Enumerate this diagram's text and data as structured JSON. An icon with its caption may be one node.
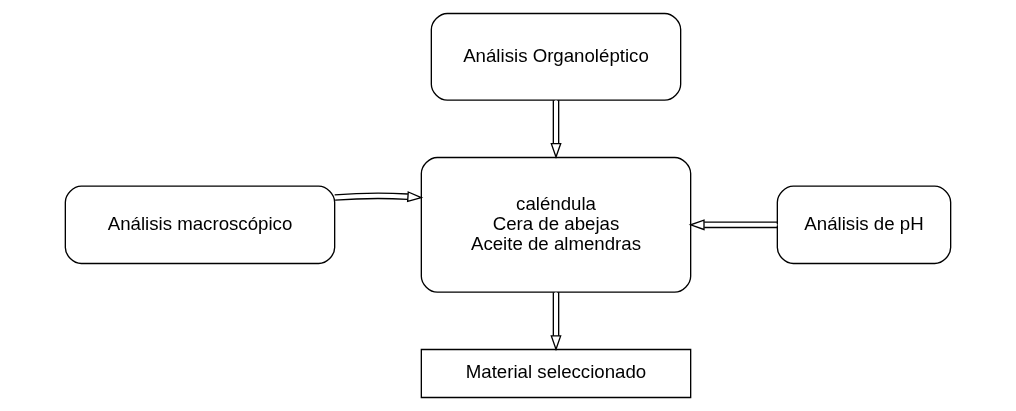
{
  "diagram": {
    "nodes": [
      {
        "text": [
          "Análisis Organoléptico"
        ]
      },
      {
        "text": [
          "caléndula",
          "Cera de abejas",
          "Aceite de almendras"
        ]
      },
      {
        "text": [
          "Análisis macroscópico"
        ]
      },
      {
        "text": [
          "Análisis de pH"
        ]
      },
      {
        "text": [
          "Material seleccionado"
        ]
      }
    ],
    "edges": [
      {
        "from": 0,
        "to": 1,
        "arrow": "to"
      },
      {
        "from": 2,
        "to": 1,
        "arrow": "to"
      },
      {
        "from": 3,
        "to": 1,
        "arrow": "to"
      },
      {
        "from": 1,
        "to": 4,
        "arrow": "to"
      }
    ]
  }
}
